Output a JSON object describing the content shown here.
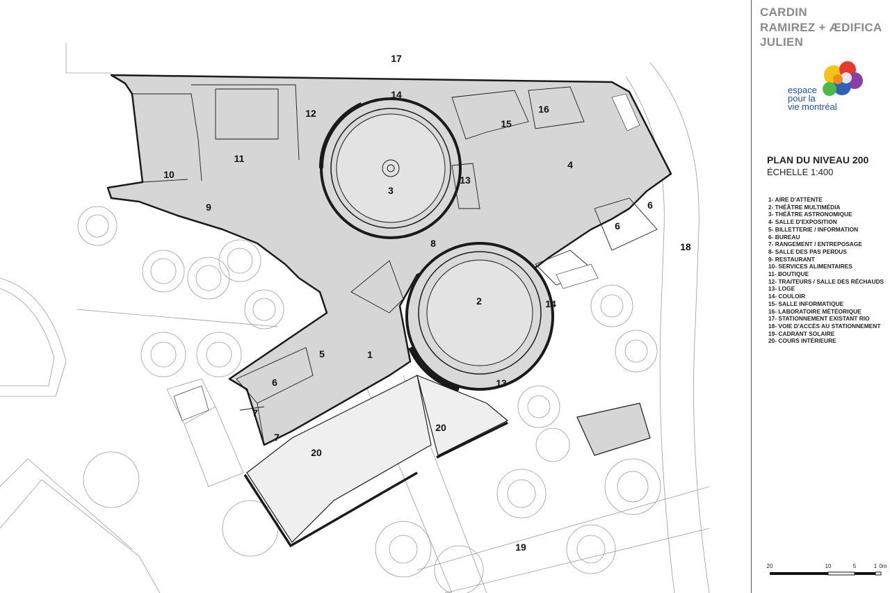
{
  "plan": {
    "room_labels": [
      {
        "id": "17",
        "text": "17"
      },
      {
        "id": "14a",
        "text": "14"
      },
      {
        "id": "12",
        "text": "12"
      },
      {
        "id": "16",
        "text": "16"
      },
      {
        "id": "15",
        "text": "15"
      },
      {
        "id": "11",
        "text": "11"
      },
      {
        "id": "10",
        "text": "10"
      },
      {
        "id": "4",
        "text": "4"
      },
      {
        "id": "3",
        "text": "3"
      },
      {
        "id": "13a",
        "text": "13"
      },
      {
        "id": "9",
        "text": "9"
      },
      {
        "id": "6a",
        "text": "6"
      },
      {
        "id": "6b",
        "text": "6"
      },
      {
        "id": "8",
        "text": "8"
      },
      {
        "id": "18",
        "text": "18"
      },
      {
        "id": "2",
        "text": "2"
      },
      {
        "id": "14b",
        "text": "14"
      },
      {
        "id": "5",
        "text": "5"
      },
      {
        "id": "1",
        "text": "1"
      },
      {
        "id": "6c",
        "text": "6"
      },
      {
        "id": "13b",
        "text": "13"
      },
      {
        "id": "7a",
        "text": "7"
      },
      {
        "id": "7b",
        "text": "7"
      },
      {
        "id": "20a",
        "text": "20"
      },
      {
        "id": "20b",
        "text": "20"
      },
      {
        "id": "19",
        "text": "19"
      }
    ]
  },
  "sidebar": {
    "firm": [
      "CARDIN",
      "RAMIREZ + ÆDIFICA",
      "JULIEN"
    ],
    "logo": {
      "line1": "espace",
      "line2": "pour la",
      "line3a": "vie",
      "line3b": "montréal"
    },
    "title": "PLAN DU NIVEAU 200",
    "scale": "ÉCHELLE 1:400",
    "legend": [
      "1- AIRE D'ATTENTE",
      "2- THÉÂTRE MULTIMÉDIA",
      "3- THÉÂTRE ASTRONOMIQUE",
      "4- SALLE D'EXPOSITION",
      "5- BILLETTERIE / INFORMATION",
      "6- BUREAU",
      "7- RANGEMENT / ENTREPOSAGE",
      "8- SALLE DES PAS PERDUS",
      "9- RESTAURANT",
      "10- SERVICES ALIMENTAIRES",
      "11- BOUTIQUE",
      "12- TRAITEURS / SALLE DES RÉCHAUDS",
      "13- LOGE",
      "14- COULOIR",
      "15- SALLE INFORMATIQUE",
      "16- LABORATOIRE MÉTÉORIQUE",
      "17- STATIONNEMENT EXISTANT RIO",
      "18- VOIE D'ACCÈS AU STATIONNEMENT",
      "19- CADRANT SOLAIRE",
      "20- COURS INTÉRIEURE"
    ],
    "scalebar": [
      "20",
      "10",
      "5",
      "1",
      "0m"
    ]
  },
  "colors": {
    "floor": "#d6d6d6",
    "wall": "#1a1a1a",
    "line": "#9a9a9a",
    "firm_text": "#8a8a8a",
    "logo_text": "#1e4fa3"
  }
}
